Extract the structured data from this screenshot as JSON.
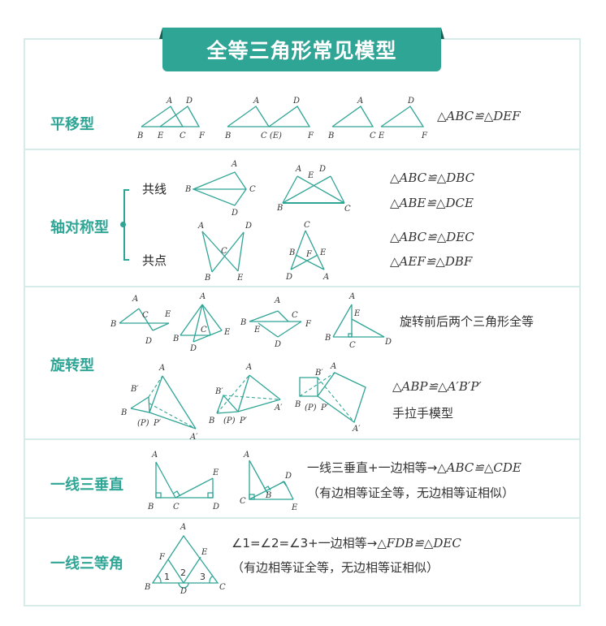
{
  "title": "全等三角形常见模型",
  "colors": {
    "accent": "#2fa596",
    "border": "#d6ece8",
    "banner_shadow": "#1c5c52"
  },
  "sections": {
    "translation": {
      "label": "平移型",
      "figures": [
        {
          "labels": [
            "A",
            "D",
            "B",
            "E",
            "C",
            "F"
          ]
        },
        {
          "labels": [
            "A",
            "D",
            "B",
            "C (E)",
            "F"
          ]
        },
        {
          "labels": [
            "A",
            "D",
            "B",
            "C E",
            "F"
          ]
        }
      ],
      "formula": "△ABC≌△DEF"
    },
    "axial_symmetry": {
      "label": "轴对称型",
      "collinear_label": "共线",
      "common_point_label": "共点",
      "figures": [
        {
          "labels": [
            "A",
            "B",
            "C",
            "D"
          ]
        },
        {
          "labels": [
            "A",
            "E",
            "D",
            "B",
            "C"
          ]
        },
        {
          "labels": [
            "A",
            "D",
            "C",
            "B",
            "E"
          ]
        },
        {
          "labels": [
            "C",
            "B",
            "F",
            "E",
            "D",
            "A"
          ]
        }
      ],
      "formulas": [
        "△ABC≌△DBC",
        "△ABE≌△DCE",
        "△ABC≌△DEC",
        "△AEF≌△DBF"
      ]
    },
    "rotation": {
      "label": "旋转型",
      "note": "旋转前后两个三角形全等",
      "figures_top": [
        {
          "labels": [
            "A",
            "B",
            "C",
            "E",
            "D"
          ]
        },
        {
          "labels": [
            "A",
            "B",
            "C",
            "E",
            "D"
          ]
        },
        {
          "labels": [
            "A",
            "B",
            "E",
            "C",
            "F",
            "D"
          ]
        },
        {
          "labels": [
            "A",
            "E",
            "B",
            "C",
            "D"
          ]
        }
      ],
      "figures_bottom": [
        {
          "labels": [
            "A",
            "B′",
            "B",
            "(P)",
            "P′",
            "A′"
          ]
        },
        {
          "labels": [
            "A",
            "B′",
            "B",
            "(P)",
            "P′",
            "A′"
          ]
        },
        {
          "labels": [
            "A",
            "B′",
            "B",
            "(P)",
            "P′",
            "A′"
          ]
        }
      ],
      "formula": "△ABP≌△A′B′P′",
      "model_name": "手拉手模型"
    },
    "one_line_three_perp": {
      "label": "一线三垂直",
      "figures": [
        {
          "labels": [
            "A",
            "E",
            "B",
            "C",
            "D"
          ]
        },
        {
          "labels": [
            "A",
            "D",
            "B",
            "C",
            "E"
          ]
        }
      ],
      "rule_text": "一线三垂直+一边相等→",
      "rule_formula": "△ABC≌△CDE",
      "note": "（有边相等证全等，无边相等证相似）"
    },
    "one_line_three_equal_angles": {
      "label": "一线三等角",
      "figure": {
        "labels": [
          "A",
          "E",
          "F",
          "B",
          "D",
          "C"
        ],
        "angles": [
          "1",
          "2",
          "3"
        ]
      },
      "rule_text": "∠1=∠2=∠3+一边相等→",
      "rule_formula": "△FDB≌△DEC",
      "note": "（有边相等证全等，无边相等证相似）"
    }
  }
}
